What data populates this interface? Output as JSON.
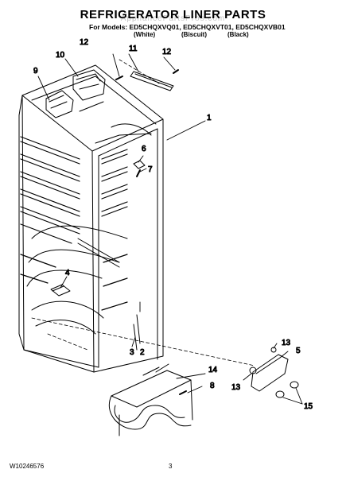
{
  "title": "REFRIGERATOR LINER PARTS",
  "watermark": "AppliancePartsPros.com",
  "models": {
    "prefix": "For Models:",
    "list": "ED5CHQXVQ01, ED5CHQXVT01, ED5CHQXVB01",
    "variants": [
      "(White)",
      "(Biscuit)",
      "(Black)"
    ]
  },
  "callouts": [
    "1",
    "2",
    "3",
    "4",
    "5",
    "6",
    "7",
    "8",
    "9",
    "10",
    "11",
    "12",
    "12",
    "13",
    "13",
    "14",
    "15"
  ],
  "footer": {
    "doc_number": "W10246576",
    "page": "3"
  }
}
